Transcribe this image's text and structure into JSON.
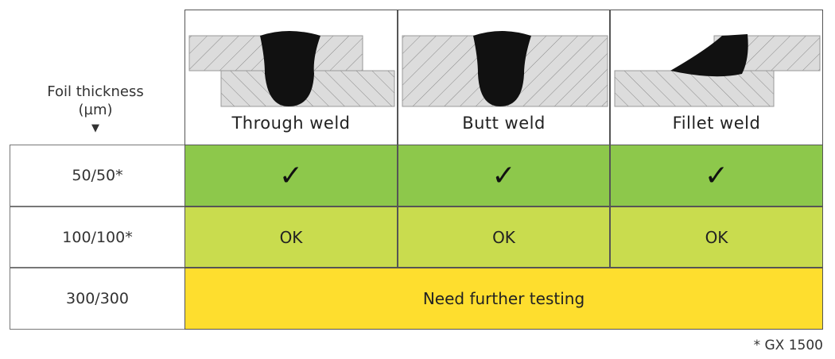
{
  "axis_label": {
    "line1": "Foil thickness",
    "line2": "(µm)",
    "arrow": "▼"
  },
  "columns": [
    {
      "label": "Through weld"
    },
    {
      "label": "Butt weld"
    },
    {
      "label": "Fillet weld"
    }
  ],
  "rows": [
    {
      "thickness": "50/50*",
      "cells": [
        "✓",
        "✓",
        "✓"
      ],
      "color": "#8dc84b"
    },
    {
      "thickness": "100/100*",
      "cells": [
        "OK",
        "OK",
        "OK"
      ],
      "color": "#c9dc4e"
    },
    {
      "thickness": "300/300",
      "merged": "Need further testing",
      "color": "#fede2e"
    }
  ],
  "footnote": "* GX 1500"
}
